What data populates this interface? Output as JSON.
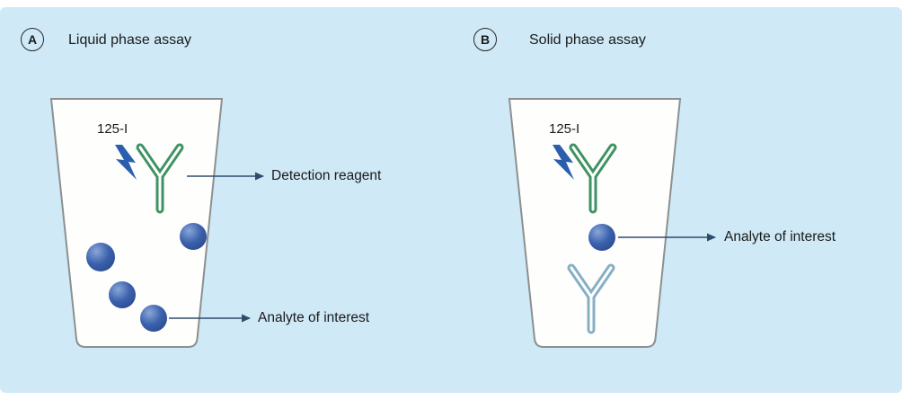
{
  "colors": {
    "background": "#cfe9f6",
    "beaker_fill": "#fefefc",
    "beaker_stroke": "#8c9091",
    "detection_antibody": "#3f9263",
    "capture_antibody": "#85afc4",
    "sphere_highlight": "#8aa6d8",
    "sphere_mid": "#3c62ad",
    "sphere_dark": "#2a4a8f",
    "bolt": "#2b5fad",
    "arrow": "#2e4d6b",
    "text": "#1b1b1b"
  },
  "panel_a": {
    "badge": "A",
    "title": "Liquid phase assay",
    "isotope_label": "125-I",
    "labels": {
      "detection": "Detection reagent",
      "analyte": "Analyte of interest"
    }
  },
  "panel_b": {
    "badge": "B",
    "title": "Solid phase assay",
    "isotope_label": "125-I",
    "labels": {
      "analyte": "Analyte of interest"
    }
  }
}
